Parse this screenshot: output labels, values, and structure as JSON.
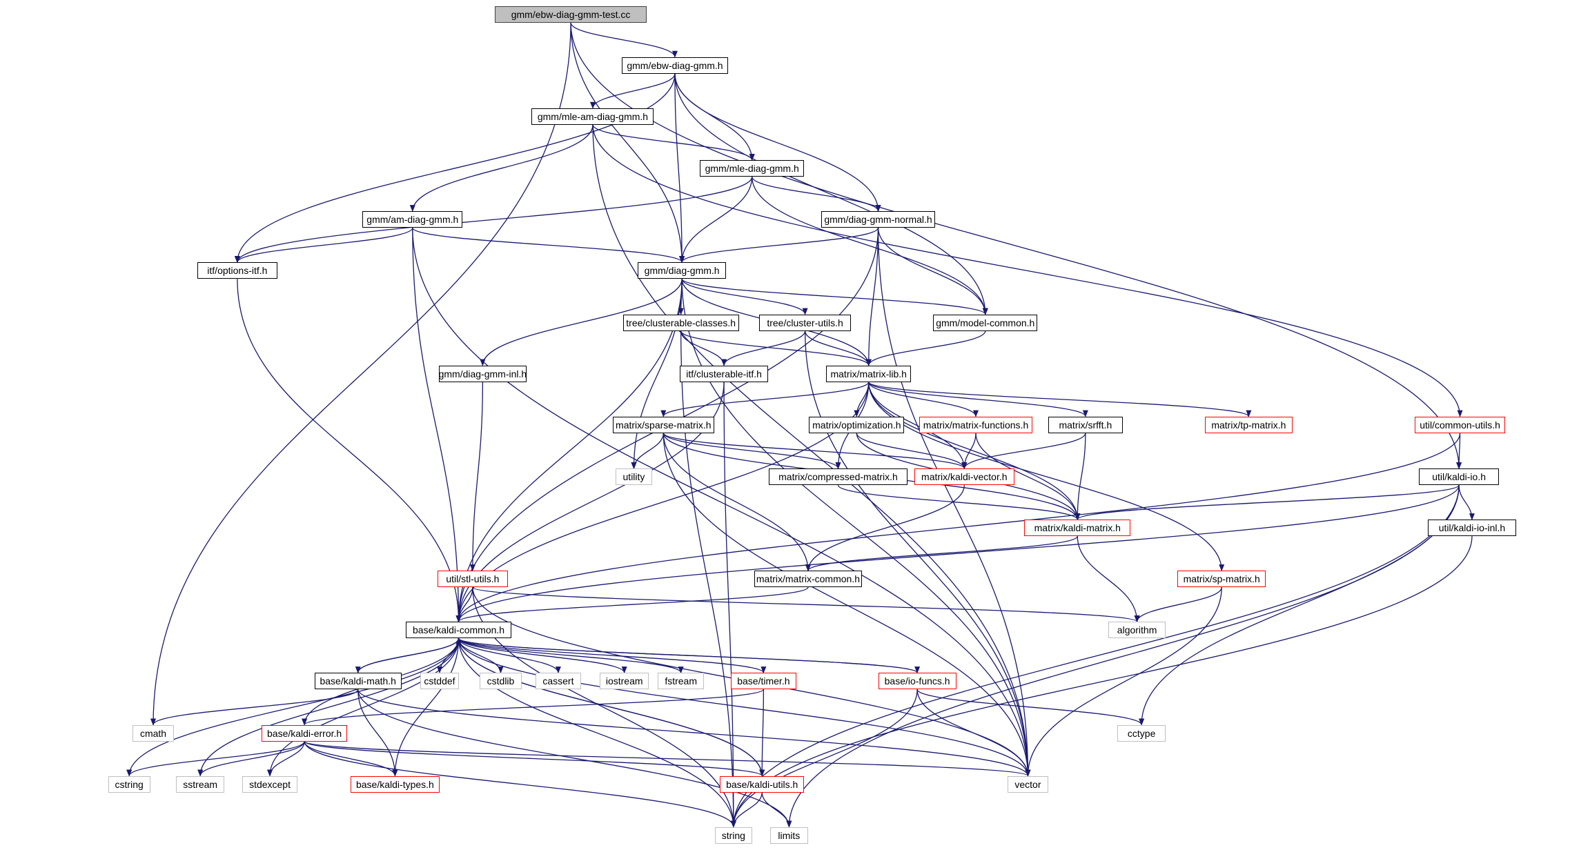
{
  "title": "gmm/ebw-diag-gmm-test.cc include dependency graph",
  "colors": {
    "edge": "#191970",
    "root_fill": "#bfbfbf",
    "documented_border": "#000000",
    "truncated_border": "#ff0000",
    "system_border": "#bfbfbf"
  },
  "nodes": [
    {
      "id": "root",
      "label": "gmm/ebw-diag-gmm-test.cc",
      "kind": "root"
    },
    {
      "id": "ebw",
      "label": "gmm/ebw-diag-gmm.h",
      "kind": "doc"
    },
    {
      "id": "mleam",
      "label": "gmm/mle-am-diag-gmm.h",
      "kind": "doc"
    },
    {
      "id": "mlediag",
      "label": "gmm/mle-diag-gmm.h",
      "kind": "doc"
    },
    {
      "id": "amdiag",
      "label": "gmm/am-diag-gmm.h",
      "kind": "doc"
    },
    {
      "id": "normal",
      "label": "gmm/diag-gmm-normal.h",
      "kind": "doc"
    },
    {
      "id": "options",
      "label": "itf/options-itf.h",
      "kind": "doc"
    },
    {
      "id": "diaggmm",
      "label": "gmm/diag-gmm.h",
      "kind": "doc"
    },
    {
      "id": "clclasses",
      "label": "tree/clusterable-classes.h",
      "kind": "doc"
    },
    {
      "id": "clutils",
      "label": "tree/cluster-utils.h",
      "kind": "doc"
    },
    {
      "id": "modelcommon",
      "label": "gmm/model-common.h",
      "kind": "doc"
    },
    {
      "id": "diaginl",
      "label": "gmm/diag-gmm-inl.h",
      "kind": "doc"
    },
    {
      "id": "clitf",
      "label": "itf/clusterable-itf.h",
      "kind": "doc"
    },
    {
      "id": "matlib",
      "label": "matrix/matrix-lib.h",
      "kind": "doc"
    },
    {
      "id": "commonutils",
      "label": "util/common-utils.h",
      "kind": "red"
    },
    {
      "id": "sparse",
      "label": "matrix/sparse-matrix.h",
      "kind": "doc"
    },
    {
      "id": "optim",
      "label": "matrix/optimization.h",
      "kind": "doc"
    },
    {
      "id": "matfunc",
      "label": "matrix/matrix-functions.h",
      "kind": "red"
    },
    {
      "id": "srfft",
      "label": "matrix/srfft.h",
      "kind": "doc"
    },
    {
      "id": "tpmat",
      "label": "matrix/tp-matrix.h",
      "kind": "red"
    },
    {
      "id": "kaldiio",
      "label": "util/kaldi-io.h",
      "kind": "doc"
    },
    {
      "id": "utility",
      "label": "utility",
      "kind": "sys"
    },
    {
      "id": "compressed",
      "label": "matrix/compressed-matrix.h",
      "kind": "doc"
    },
    {
      "id": "kvector",
      "label": "matrix/kaldi-vector.h",
      "kind": "red"
    },
    {
      "id": "kmatrix",
      "label": "matrix/kaldi-matrix.h",
      "kind": "red"
    },
    {
      "id": "kioinl",
      "label": "util/kaldi-io-inl.h",
      "kind": "doc"
    },
    {
      "id": "stlutils",
      "label": "util/stl-utils.h",
      "kind": "red"
    },
    {
      "id": "matcommon",
      "label": "matrix/matrix-common.h",
      "kind": "doc"
    },
    {
      "id": "spmat",
      "label": "matrix/sp-matrix.h",
      "kind": "red"
    },
    {
      "id": "algorithm",
      "label": "algorithm",
      "kind": "sys"
    },
    {
      "id": "kcommon",
      "label": "base/kaldi-common.h",
      "kind": "doc"
    },
    {
      "id": "kmath",
      "label": "base/kaldi-math.h",
      "kind": "doc"
    },
    {
      "id": "cstddef",
      "label": "cstddef",
      "kind": "sys"
    },
    {
      "id": "cstdlib",
      "label": "cstdlib",
      "kind": "sys"
    },
    {
      "id": "cassert",
      "label": "cassert",
      "kind": "sys"
    },
    {
      "id": "iostream",
      "label": "iostream",
      "kind": "sys"
    },
    {
      "id": "fstream",
      "label": "fstream",
      "kind": "sys"
    },
    {
      "id": "timer",
      "label": "base/timer.h",
      "kind": "red"
    },
    {
      "id": "iofuncs",
      "label": "base/io-funcs.h",
      "kind": "red"
    },
    {
      "id": "cmath",
      "label": "cmath",
      "kind": "sys"
    },
    {
      "id": "kerror",
      "label": "base/kaldi-error.h",
      "kind": "red"
    },
    {
      "id": "cctype",
      "label": "cctype",
      "kind": "sys"
    },
    {
      "id": "cstring",
      "label": "cstring",
      "kind": "sys"
    },
    {
      "id": "sstream",
      "label": "sstream",
      "kind": "sys"
    },
    {
      "id": "stdexcept",
      "label": "stdexcept",
      "kind": "sys"
    },
    {
      "id": "ktypes",
      "label": "base/kaldi-types.h",
      "kind": "red"
    },
    {
      "id": "kutils",
      "label": "base/kaldi-utils.h",
      "kind": "red"
    },
    {
      "id": "vector",
      "label": "vector",
      "kind": "sys"
    },
    {
      "id": "string",
      "label": "string",
      "kind": "sys"
    },
    {
      "id": "limits",
      "label": "limits",
      "kind": "sys"
    }
  ],
  "edges": [
    [
      "root",
      "ebw"
    ],
    [
      "root",
      "diaggmm"
    ],
    [
      "root",
      "cmath"
    ],
    [
      "root",
      "kaldiio"
    ],
    [
      "ebw",
      "mleam"
    ],
    [
      "ebw",
      "mlediag"
    ],
    [
      "ebw",
      "diaggmm"
    ],
    [
      "ebw",
      "normal"
    ],
    [
      "ebw",
      "modelcommon"
    ],
    [
      "ebw",
      "options"
    ],
    [
      "mleam",
      "mlediag"
    ],
    [
      "mleam",
      "amdiag"
    ],
    [
      "mleam",
      "commonutils"
    ],
    [
      "mleam",
      "vector"
    ],
    [
      "mlediag",
      "options"
    ],
    [
      "mlediag",
      "diaggmm"
    ],
    [
      "mlediag",
      "normal"
    ],
    [
      "mlediag",
      "modelcommon"
    ],
    [
      "amdiag",
      "options"
    ],
    [
      "amdiag",
      "diaggmm"
    ],
    [
      "amdiag",
      "kcommon"
    ],
    [
      "amdiag",
      "vector"
    ],
    [
      "normal",
      "diaggmm"
    ],
    [
      "normal",
      "modelcommon"
    ],
    [
      "normal",
      "matlib"
    ],
    [
      "normal",
      "kcommon"
    ],
    [
      "normal",
      "vector"
    ],
    [
      "options",
      "kcommon"
    ],
    [
      "diaggmm",
      "clclasses"
    ],
    [
      "diaggmm",
      "clutils"
    ],
    [
      "diaggmm",
      "modelcommon"
    ],
    [
      "diaggmm",
      "matlib"
    ],
    [
      "diaggmm",
      "diaginl"
    ],
    [
      "diaggmm",
      "kcommon"
    ],
    [
      "diaggmm",
      "utility"
    ],
    [
      "diaggmm",
      "vector"
    ],
    [
      "clclasses",
      "clitf"
    ],
    [
      "clclasses",
      "matlib"
    ],
    [
      "clclasses",
      "string"
    ],
    [
      "clutils",
      "clitf"
    ],
    [
      "clutils",
      "matlib"
    ],
    [
      "clutils",
      "vector"
    ],
    [
      "modelcommon",
      "matlib"
    ],
    [
      "diaginl",
      "stlutils"
    ],
    [
      "clitf",
      "kcommon"
    ],
    [
      "clitf",
      "string"
    ],
    [
      "matlib",
      "sparse"
    ],
    [
      "matlib",
      "optim"
    ],
    [
      "matlib",
      "matfunc"
    ],
    [
      "matlib",
      "srfft"
    ],
    [
      "matlib",
      "tpmat"
    ],
    [
      "matlib",
      "compressed"
    ],
    [
      "matlib",
      "kvector"
    ],
    [
      "matlib",
      "kmatrix"
    ],
    [
      "matlib",
      "spmat"
    ],
    [
      "matlib",
      "kcommon"
    ],
    [
      "commonutils",
      "kaldiio"
    ],
    [
      "commonutils",
      "kcommon"
    ],
    [
      "sparse",
      "utility"
    ],
    [
      "sparse",
      "compressed"
    ],
    [
      "sparse",
      "kvector"
    ],
    [
      "sparse",
      "kmatrix"
    ],
    [
      "sparse",
      "matcommon"
    ],
    [
      "sparse",
      "vector"
    ],
    [
      "optim",
      "kvector"
    ],
    [
      "optim",
      "kmatrix"
    ],
    [
      "matfunc",
      "kvector"
    ],
    [
      "matfunc",
      "kmatrix"
    ],
    [
      "srfft",
      "kvector"
    ],
    [
      "srfft",
      "kmatrix"
    ],
    [
      "kaldiio",
      "kmatrix"
    ],
    [
      "kaldiio",
      "kioinl"
    ],
    [
      "kaldiio",
      "kcommon"
    ],
    [
      "kaldiio",
      "cctype"
    ],
    [
      "kaldiio",
      "string"
    ],
    [
      "kaldiio",
      "limits"
    ],
    [
      "compressed",
      "kmatrix"
    ],
    [
      "kvector",
      "matcommon"
    ],
    [
      "kmatrix",
      "matcommon"
    ],
    [
      "kmatrix",
      "algorithm"
    ],
    [
      "kioinl",
      "string"
    ],
    [
      "stlutils",
      "kcommon"
    ],
    [
      "stlutils",
      "algorithm"
    ],
    [
      "stlutils",
      "string"
    ],
    [
      "stlutils",
      "vector"
    ],
    [
      "matcommon",
      "kcommon"
    ],
    [
      "spmat",
      "algorithm"
    ],
    [
      "spmat",
      "vector"
    ],
    [
      "kcommon",
      "kmath"
    ],
    [
      "kcommon",
      "cstddef"
    ],
    [
      "kcommon",
      "cstdlib"
    ],
    [
      "kcommon",
      "cassert"
    ],
    [
      "kcommon",
      "iostream"
    ],
    [
      "kcommon",
      "fstream"
    ],
    [
      "kcommon",
      "timer"
    ],
    [
      "kcommon",
      "iofuncs"
    ],
    [
      "kcommon",
      "kerror"
    ],
    [
      "kcommon",
      "ktypes"
    ],
    [
      "kcommon",
      "kutils"
    ],
    [
      "kcommon",
      "cstring"
    ],
    [
      "kcommon",
      "sstream"
    ],
    [
      "kcommon",
      "stdexcept"
    ],
    [
      "kcommon",
      "vector"
    ],
    [
      "kcommon",
      "string"
    ],
    [
      "kmath",
      "kcommon"
    ],
    [
      "kmath",
      "cmath"
    ],
    [
      "kmath",
      "ktypes"
    ],
    [
      "kmath",
      "vector"
    ],
    [
      "kmath",
      "limits"
    ],
    [
      "iofuncs",
      "kcommon"
    ],
    [
      "iofuncs",
      "cctype"
    ],
    [
      "iofuncs",
      "vector"
    ],
    [
      "iofuncs",
      "string"
    ],
    [
      "kutils",
      "kcommon"
    ],
    [
      "kutils",
      "string"
    ],
    [
      "kutils",
      "limits"
    ],
    [
      "timer",
      "kerror"
    ],
    [
      "timer",
      "kutils"
    ],
    [
      "kerror",
      "cstring"
    ],
    [
      "kerror",
      "sstream"
    ],
    [
      "kerror",
      "stdexcept"
    ],
    [
      "kerror",
      "ktypes"
    ],
    [
      "kerror",
      "kutils"
    ],
    [
      "kerror",
      "vector"
    ],
    [
      "kerror",
      "string"
    ]
  ]
}
